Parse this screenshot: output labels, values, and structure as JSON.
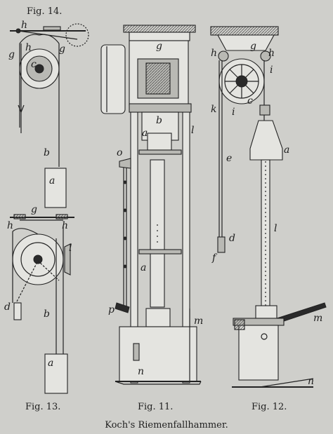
{
  "caption": "Koch's Riemenfallhammer.",
  "figures": {
    "fig14": "Fig. 14.",
    "fig13": "Fig. 13.",
    "fig11": "Fig. 11.",
    "fig12": "Fig. 12."
  },
  "letters": {
    "a": "a",
    "b": "b",
    "c": "c",
    "d": "d",
    "e": "e",
    "f": "f",
    "g": "g",
    "h": "h",
    "i": "i",
    "k": "k",
    "l": "l",
    "m": "m",
    "n": "n",
    "o": "o",
    "p": "p"
  }
}
